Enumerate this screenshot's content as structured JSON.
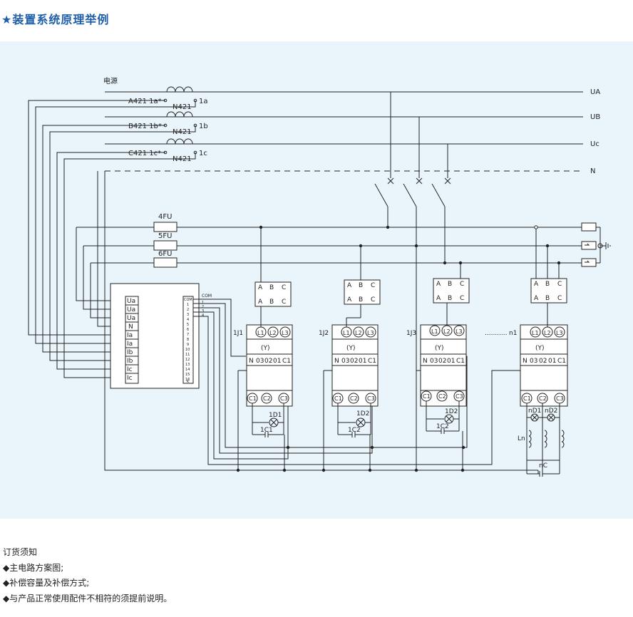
{
  "heading": "★装置系统原理举例",
  "diagram": {
    "power_label": "电源",
    "ct_primary": [
      "A421  1a*",
      "B421  1b*",
      "C421  1c*"
    ],
    "ct_secondary": [
      "1a",
      "1b",
      "1c"
    ],
    "neutral_labels": [
      "N421",
      "N421",
      "N421"
    ],
    "bus_labels": [
      "UA",
      "UB",
      "Uc",
      "N"
    ],
    "fuses": [
      "4FU",
      "5FU",
      "6FU"
    ],
    "controller_inputs": [
      "Ua",
      "Ua",
      "Ua",
      "N",
      "Ia",
      "Ia",
      "Ib",
      "Ib",
      "Ic",
      "Ic"
    ],
    "controller_outputs": [
      "COM",
      "1",
      "2",
      "3",
      "4",
      "5",
      "6",
      "7",
      "8",
      "9",
      "10",
      "11",
      "12",
      "13",
      "14",
      "15",
      "16",
      "K"
    ],
    "com_label": "COM",
    "com_pins": [
      "1",
      "2",
      "3",
      "4"
    ],
    "fuse_block_top": [
      "A",
      "B",
      "C"
    ],
    "fuse_block_bottom": [
      "A",
      "B",
      "C"
    ],
    "contactors": [
      "1J1",
      "1J2",
      "1J3",
      "n1"
    ],
    "contactor_dots": "...........",
    "contactor_lines": [
      "L1",
      "L2",
      "L3"
    ],
    "y_label": "(Y)",
    "aux_contacts": [
      "N",
      "03",
      "02",
      "01",
      "C1"
    ],
    "cap_terminals": [
      "C1",
      "C2",
      "C3"
    ],
    "indicators": [
      "1D1",
      "1D2",
      "1D2",
      "nD1",
      "nD2"
    ],
    "capacitors": [
      "1C1",
      "1C2",
      "1C2",
      "nC"
    ],
    "reactor_label": "Ln"
  },
  "notes": {
    "title": "订货须知",
    "items": [
      "◆主电路方案图;",
      "◆补偿容量及补偿方式;",
      "◆与产品正常使用配件不相符的须提前说明。"
    ]
  }
}
